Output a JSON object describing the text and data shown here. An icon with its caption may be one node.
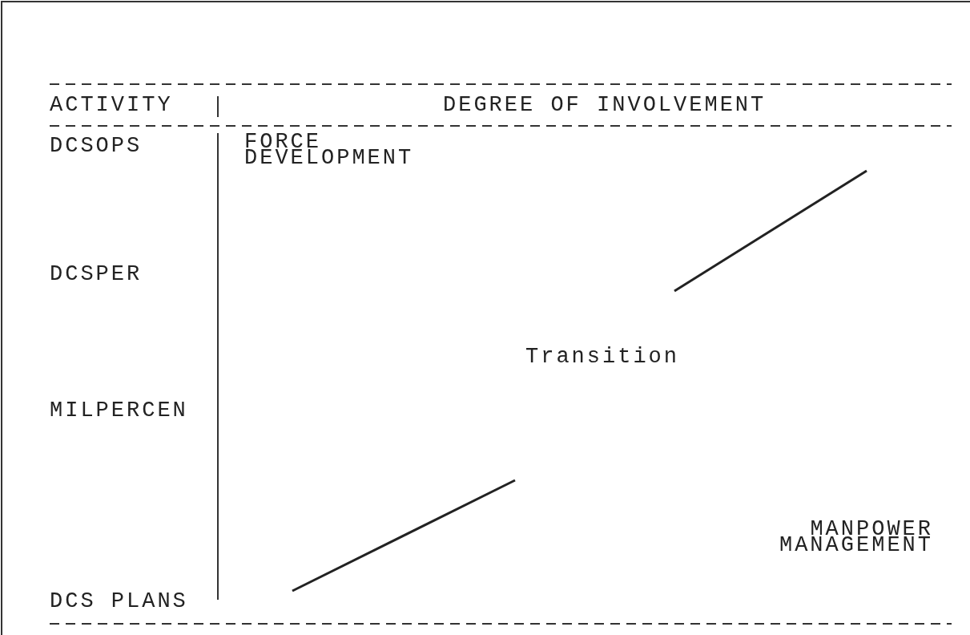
{
  "diagram": {
    "labels": [
      "ACTIVITY",
      "DEGREE OF INVOLVEMENT",
      "DCSOPS",
      "FORCE DEVELOPMENT",
      "DCSPER",
      "Transition",
      "MILPERCEN",
      "MANPOWER MANAGEMENT",
      "DCS PLANS"
    ]
  }
}
